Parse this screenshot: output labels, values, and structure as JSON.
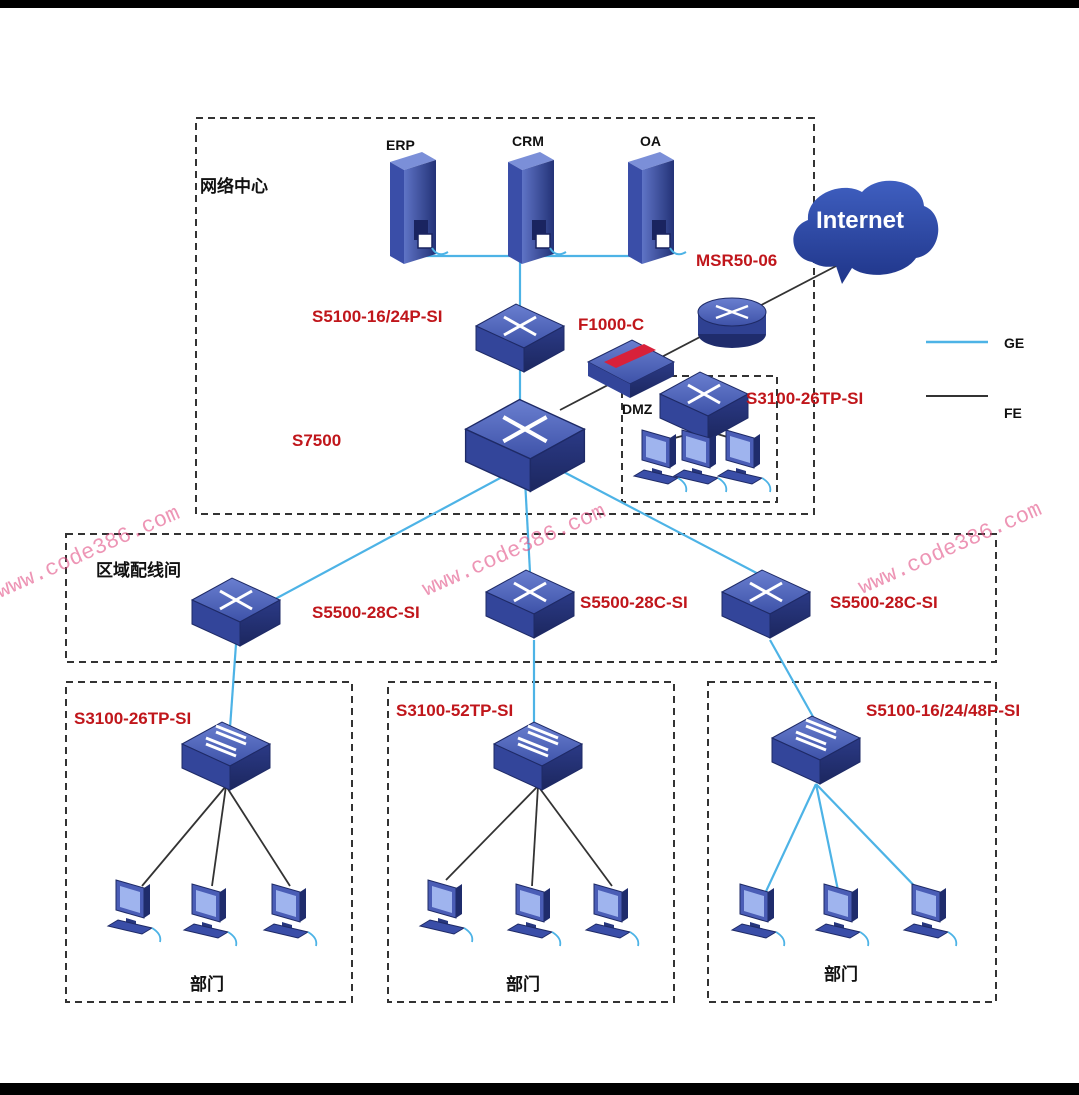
{
  "zones": {
    "network_center": "网络中心",
    "distribution": "区域配线间",
    "dmz": "DMZ",
    "department": "部门"
  },
  "servers": [
    "ERP",
    "CRM",
    "OA"
  ],
  "cloud": "Internet",
  "devices": {
    "server_switch": "S5100-16/24P-SI",
    "router": "MSR50-06",
    "firewall": "F1000-C",
    "dmz_switch": "S3100-26TP-SI",
    "core": "S7500",
    "dist_1": "S5500-28C-SI",
    "dist_2": "S5500-28C-SI",
    "dist_3": "S5500-28C-SI",
    "access_1": "S3100-26TP-SI",
    "access_2": "S3100-52TP-SI",
    "access_3": "S5100-16/24/48P-SI"
  },
  "legend": {
    "ge_label": "GE",
    "fe_label": "FE",
    "ge_color": "#4db3e6",
    "fe_color": "#333333"
  },
  "watermark": "www.code386.com"
}
